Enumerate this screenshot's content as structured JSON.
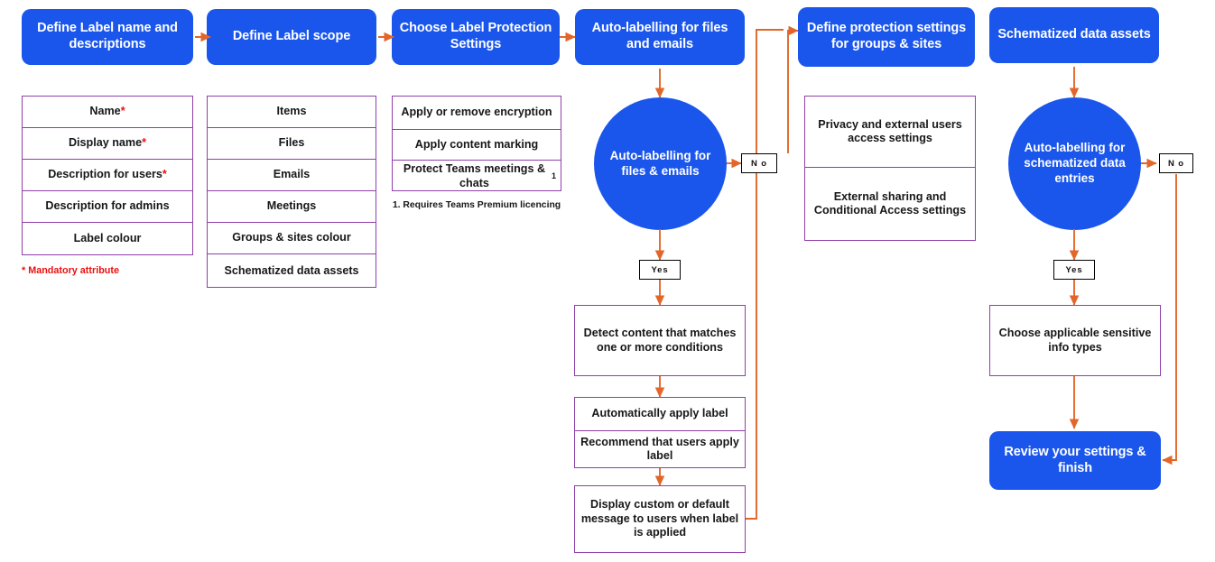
{
  "meta": {
    "title": "Microsoft Purview sensitivity label creation flow",
    "colors": {
      "brand_blue": "#1a56eb",
      "connector_orange": "#e2662a",
      "table_border_purple": "#8f3fa8",
      "mandatory_red": "#e8100f",
      "text_black": "#17171a",
      "background": "#ffffff"
    }
  },
  "stages": {
    "define_name": "Define Label  name and descriptions",
    "define_scope": "Define Label scope",
    "choose_protection": "Choose Label Protection Settings",
    "auto_label_files": "Auto-labelling for files and emails",
    "define_group_protection": "Define protection settings for groups & sites",
    "schematized_assets": "Schematized data assets"
  },
  "name_attributes": {
    "rows": [
      {
        "label": "Name",
        "mandatory": true
      },
      {
        "label": "Display name",
        "mandatory": true
      },
      {
        "label": "Description for users",
        "mandatory": true
      },
      {
        "label": "Description for admins",
        "mandatory": false
      },
      {
        "label": "Label colour",
        "mandatory": false
      }
    ],
    "footnote": "* Mandatory attribute"
  },
  "scope_items": {
    "rows": [
      "Items",
      "Files",
      "Emails",
      "Meetings",
      "Groups & sites colour",
      "Schematized data assets"
    ]
  },
  "protection_settings": {
    "rows": [
      {
        "label": "Apply or remove encryption",
        "footnote_marker": ""
      },
      {
        "label": "Apply content marking",
        "footnote_marker": ""
      },
      {
        "label": "Protect Teams meetings & chats",
        "footnote_marker": "1"
      }
    ],
    "footnote": "1. Requires Teams Premium licencing"
  },
  "group_protection_settings": {
    "rows": [
      "Privacy and external users access settings",
      "External sharing and Conditional Access settings"
    ]
  },
  "decisions": {
    "files_circle": "Auto-labelling for files & emails",
    "schematized_circle": "Auto-labelling for schematized data entries",
    "no_label": "N o",
    "yes_label": "Yes"
  },
  "files_branch": {
    "detect": "Detect content that matches one or more conditions",
    "apply_auto": "Automatically apply label",
    "apply_recommend": "Recommend that users apply label",
    "display_message": "Display custom or default message to users when label is applied"
  },
  "schematized_branch": {
    "sensitive_types": "Choose applicable sensitive info types",
    "review_finish": "Review your settings & finish"
  }
}
